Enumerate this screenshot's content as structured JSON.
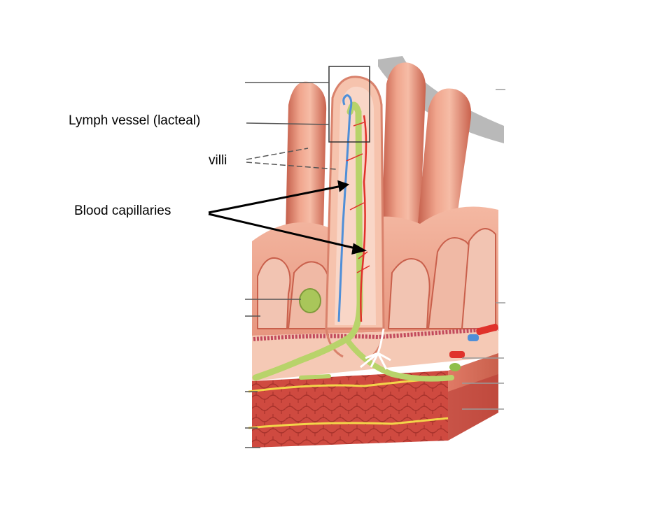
{
  "labels": {
    "lymph_vessel": "Lymph vessel (lacteal)",
    "villi": "villi",
    "blood_capillaries": "Blood capillaries"
  },
  "colors": {
    "tissue": "#e9967f",
    "tissue_light": "#f6c2ad",
    "tissue_dark": "#c9604c",
    "mucosa_band": "#f3b7a3",
    "muscle": "#d2463e",
    "lacteal": "#b8d36a",
    "vein": "#4f8fd8",
    "artery": "#e0322b",
    "nerve": "#f2d54a",
    "leader_line": "#555555",
    "arrow": "#000000"
  },
  "icons": {
    "cross_section": "intestinal-wall-illustration"
  }
}
